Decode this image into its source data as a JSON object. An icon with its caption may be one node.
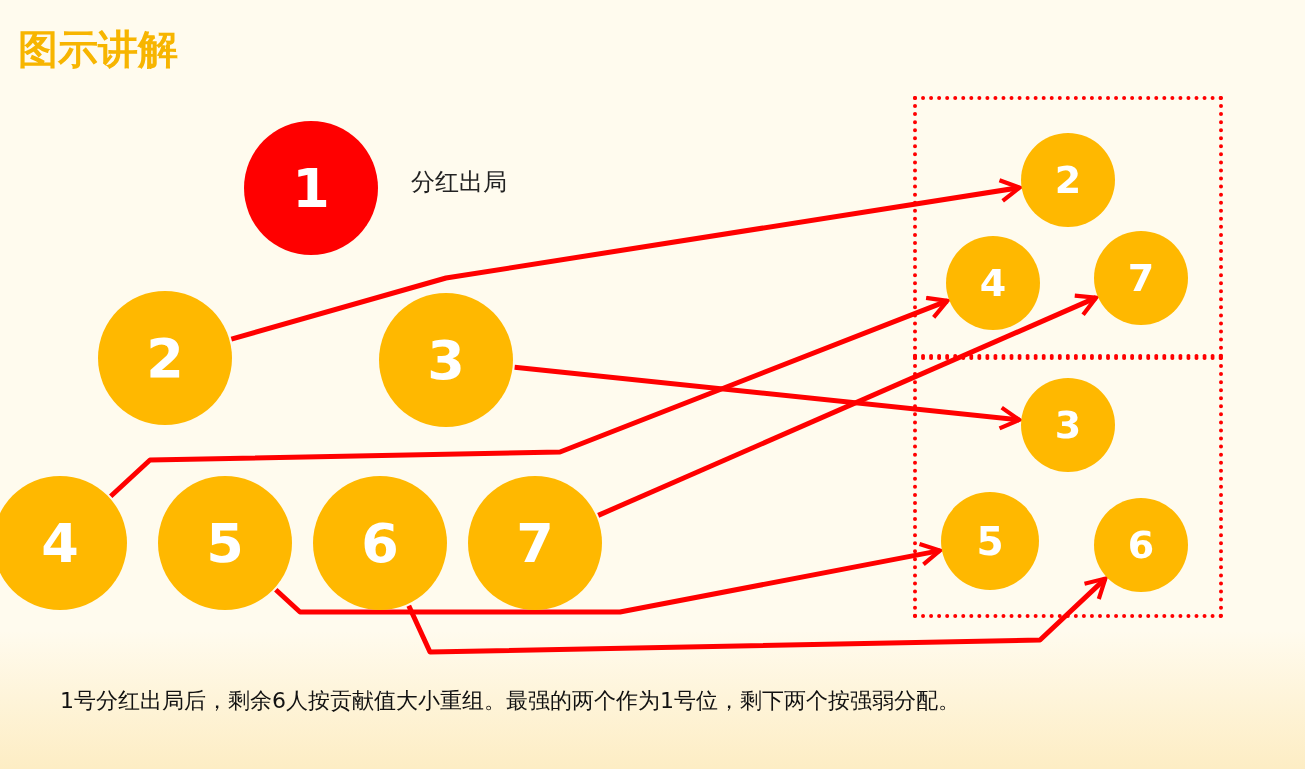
{
  "diagram": {
    "title": "图示讲解",
    "nodes": [
      {
        "text": [
          "1"
        ],
        "beside": [
          "分红出局"
        ]
      },
      {
        "text": [
          "2"
        ]
      },
      {
        "text": [
          "3"
        ]
      },
      {
        "text": [
          "4"
        ]
      },
      {
        "text": [
          "5"
        ]
      },
      {
        "text": [
          "6"
        ]
      },
      {
        "text": [
          "7"
        ]
      },
      {
        "text": [],
        "shape": "box"
      },
      {
        "text": [
          "2"
        ],
        "in": 7
      },
      {
        "text": [
          "4"
        ],
        "in": 7
      },
      {
        "text": [
          "7"
        ],
        "in": 7
      },
      {
        "text": [],
        "shape": "box"
      },
      {
        "text": [
          "3"
        ],
        "in": 11
      },
      {
        "text": [
          "5"
        ],
        "in": 11
      },
      {
        "text": [
          "6"
        ],
        "in": 11
      }
    ],
    "edges": [
      {
        "from": 1,
        "to": 8,
        "arrow": "to"
      },
      {
        "from": 3,
        "to": 9,
        "arrow": "to"
      },
      {
        "from": 2,
        "to": 12,
        "arrow": "to"
      },
      {
        "from": 6,
        "to": 10,
        "arrow": "to"
      },
      {
        "from": 4,
        "to": 13,
        "arrow": "to"
      },
      {
        "from": 5,
        "to": 14,
        "arrow": "to"
      }
    ],
    "caption": "1号分红出局后，剩余6人按贡献值大小重组。最强的两个作为1号位，剩下两个按强弱分配。"
  }
}
